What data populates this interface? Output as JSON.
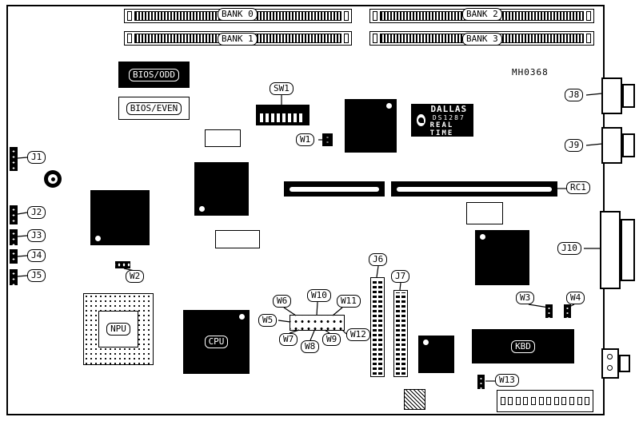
{
  "board": {
    "part_number": "MH0368"
  },
  "labels": {
    "bank0": "BANK 0",
    "bank1": "BANK 1",
    "bank2": "BANK 2",
    "bank3": "BANK 3",
    "bios_odd": "BIOS/ODD",
    "bios_even": "BIOS/EVEN",
    "sw1": "SW1",
    "w1": "W1",
    "w2": "W2",
    "w3": "W3",
    "w4": "W4",
    "w5": "W5",
    "w6": "W6",
    "w7": "W7",
    "w8": "W8",
    "w9": "W9",
    "w10": "W10",
    "w11": "W11",
    "w12": "W12",
    "w13": "W13",
    "j1": "J1",
    "j2": "J2",
    "j3": "J3",
    "j4": "J4",
    "j5": "J5",
    "j6": "J6",
    "j7": "J7",
    "j8": "J8",
    "j9": "J9",
    "j10": "J10",
    "rc1": "RC1",
    "npu": "NPU",
    "cpu": "CPU",
    "kbd": "KBD"
  },
  "dallas_chip": {
    "brand": "DALLAS",
    "part": "DS1287",
    "type": "REAL TIME"
  }
}
